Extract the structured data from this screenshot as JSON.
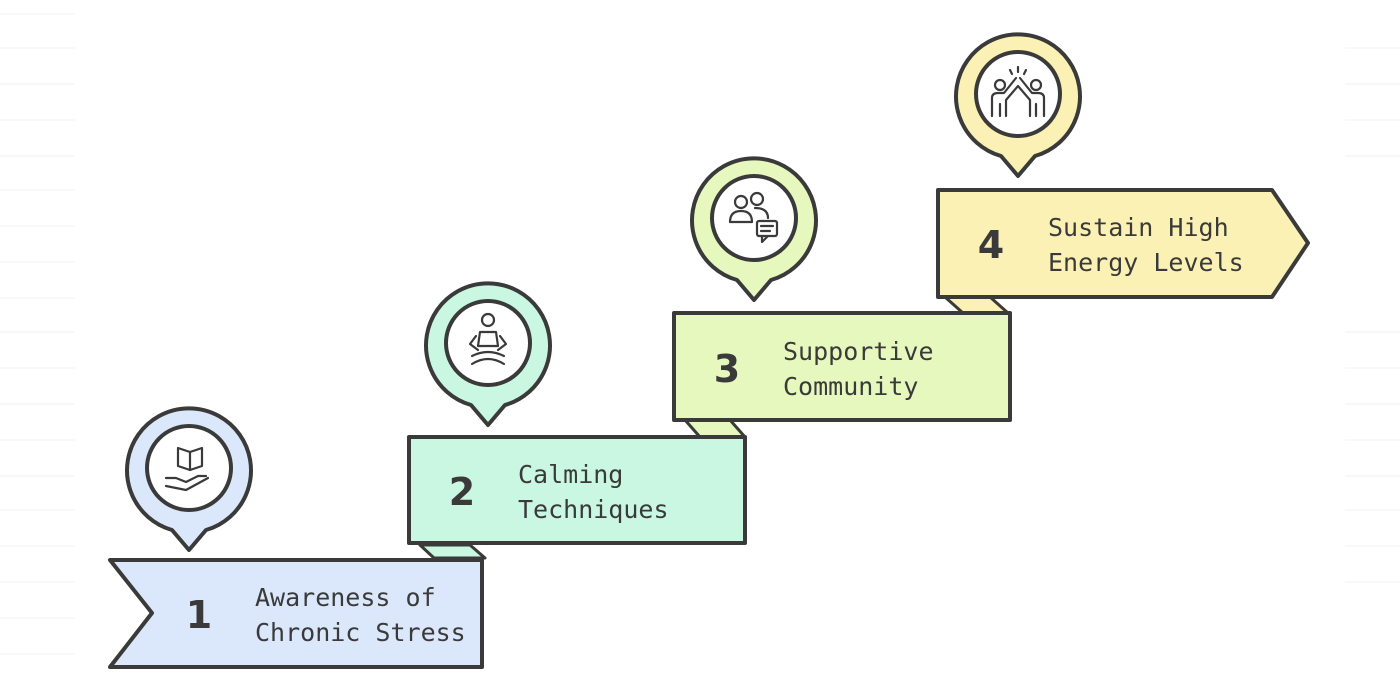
{
  "steps": [
    {
      "number": "1",
      "label_line1": "Awareness of",
      "label_line2": "Chronic Stress",
      "icon": "hand-holding-book-icon",
      "color": "#dbe8fb"
    },
    {
      "number": "2",
      "label_line1": "Calming",
      "label_line2": "Techniques",
      "icon": "meditation-icon",
      "color": "#c9f7e1"
    },
    {
      "number": "3",
      "label_line1": "Supportive",
      "label_line2": "Community",
      "icon": "community-chat-icon",
      "color": "#e6f8bd"
    },
    {
      "number": "4",
      "label_line1": "Sustain High",
      "label_line2": "Energy Levels",
      "icon": "high-five-icon",
      "color": "#fbf1b5"
    }
  ],
  "outline_color": "#3a3a3a"
}
